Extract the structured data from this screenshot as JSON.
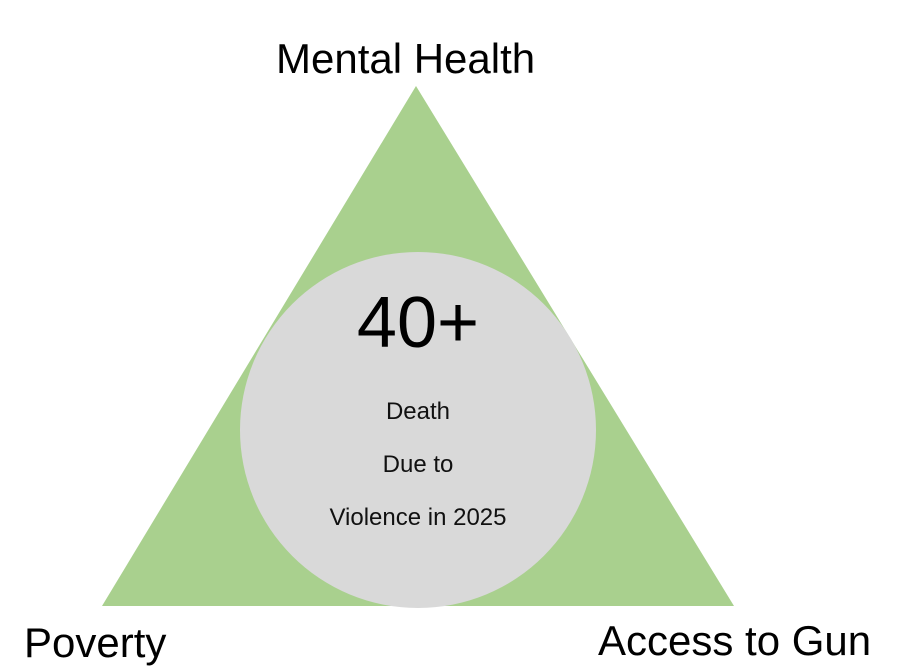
{
  "colors": {
    "triangle_fill": "#a9d08e",
    "circle_fill": "#d9d9d9",
    "background": "#ffffff",
    "text": "#000000"
  },
  "diagram": {
    "vertices": {
      "top": "Mental Health",
      "bottom_left": "Poverty",
      "bottom_right": "Access to Gun"
    },
    "center": {
      "figure": "40+",
      "lines": [
        "Death",
        "Due to",
        "Violence in 2025"
      ]
    }
  }
}
